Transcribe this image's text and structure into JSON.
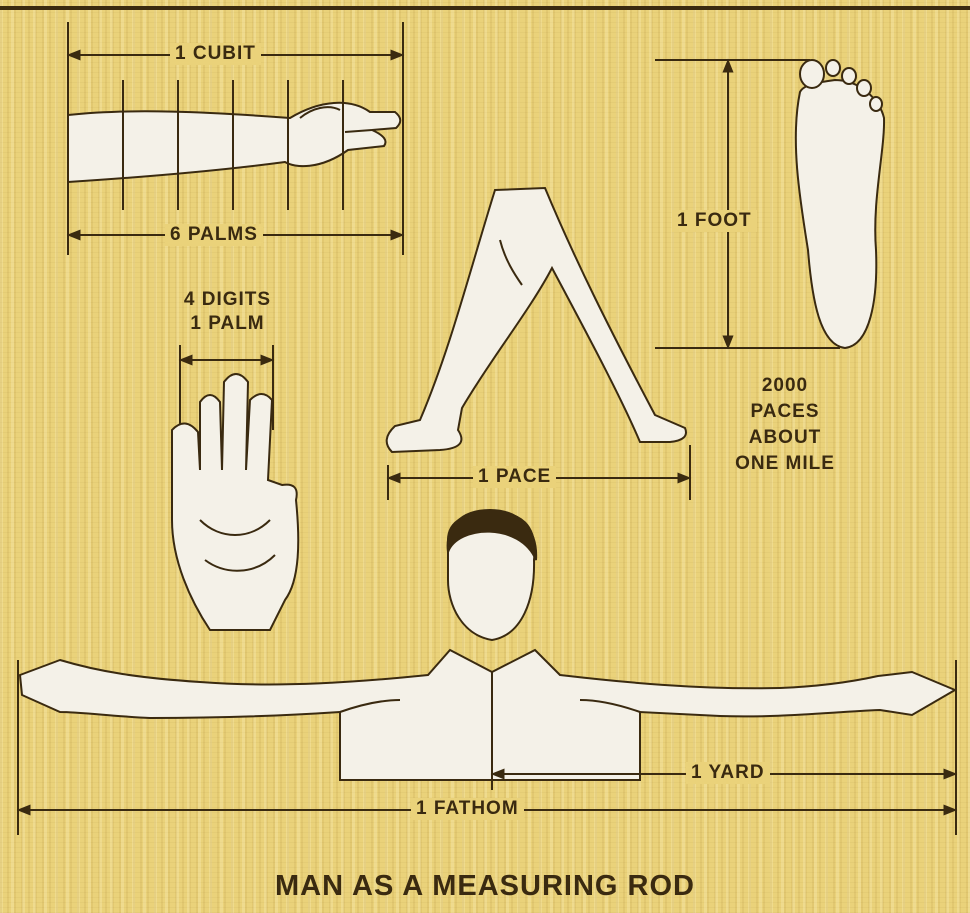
{
  "title": "MAN AS A MEASURING ROD",
  "colors": {
    "background": "#ead27a",
    "ink": "#3a2a10",
    "skin": "#f4f1e8"
  },
  "labels": {
    "cubit": "1 CUBIT",
    "palms": "6 PALMS",
    "digits_line1": "4 DIGITS",
    "digits_line2": "1 PALM",
    "foot": "1 FOOT",
    "pace": "1 PACE",
    "paces_line1": "2000",
    "paces_line2": "PACES",
    "paces_line3": "ABOUT",
    "paces_line4": "ONE MILE",
    "yard": "1 YARD",
    "fathom": "1 FATHOM"
  }
}
